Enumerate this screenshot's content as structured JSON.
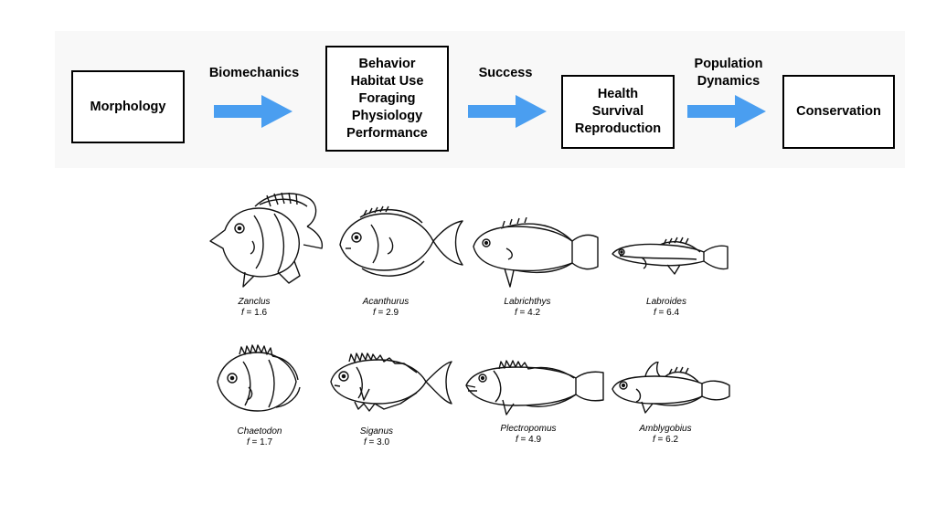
{
  "flow": {
    "boxes": {
      "morphology": "Morphology",
      "behavior": [
        "Behavior",
        "Habitat Use",
        "Foraging",
        "Physiology",
        "Performance"
      ],
      "health": [
        "Health",
        "Survival",
        "Reproduction"
      ],
      "conservation": "Conservation"
    },
    "arrows": {
      "biomechanics": "Biomechanics",
      "success": "Success",
      "population": [
        "Population",
        "Dynamics"
      ]
    },
    "arrow_color": "#4a9ef0"
  },
  "fish": [
    {
      "genus": "Zanclus",
      "f_label": "f",
      "f_value": "= 1.6",
      "icon": "zanclus-fish-icon"
    },
    {
      "genus": "Acanthurus",
      "f_label": "f",
      "f_value": "= 2.9",
      "icon": "acanthurus-fish-icon"
    },
    {
      "genus": "Labrichthys",
      "f_label": "f",
      "f_value": "= 4.2",
      "icon": "labrichthys-fish-icon"
    },
    {
      "genus": "Labroides",
      "f_label": "f",
      "f_value": "= 6.4",
      "icon": "labroides-fish-icon"
    },
    {
      "genus": "Chaetodon",
      "f_label": "f",
      "f_value": "= 1.7",
      "icon": "chaetodon-fish-icon"
    },
    {
      "genus": "Siganus",
      "f_label": "f",
      "f_value": "= 3.0",
      "icon": "siganus-fish-icon"
    },
    {
      "genus": "Plectropomus",
      "f_label": "f",
      "f_value": "= 4.9",
      "icon": "plectropomus-fish-icon"
    },
    {
      "genus": "Amblygobius",
      "f_label": "f",
      "f_value": "= 6.2",
      "icon": "amblygobius-fish-icon"
    }
  ]
}
